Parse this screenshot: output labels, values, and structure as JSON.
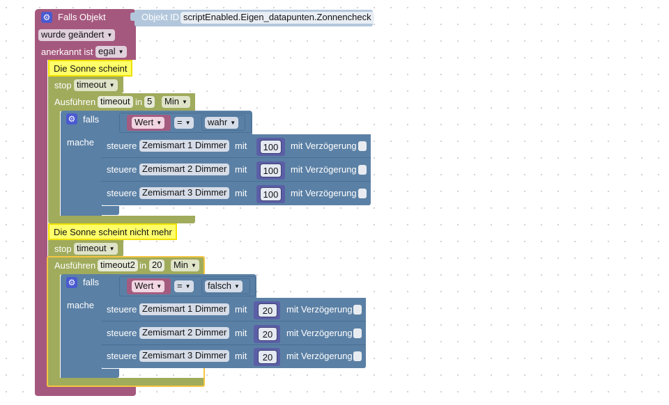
{
  "trigger": {
    "title": "Falls Objekt",
    "object_id_label": "Objekt ID",
    "object_id_value": "scriptEnabled.Eigen_datapunten.Zonnencheck",
    "changed_dropdown": "wurde geändert",
    "ack_label": "anerkannt ist",
    "ack_value": "egal"
  },
  "section1": {
    "comment": "Die Sonne scheint",
    "stop_label": "stop",
    "stop_value": "timeout",
    "exec_label": "Ausführen",
    "exec_name": "timeout",
    "in_label": "in",
    "delay": "5",
    "unit": "Min",
    "if_label": "falls",
    "do_label": "mache",
    "cond_left": "Wert",
    "cond_op": "=",
    "cond_right": "wahr",
    "actions": [
      {
        "verb": "steuere",
        "device": "Zemismart 1  Dimmer",
        "with": "mit",
        "value": "100",
        "delay_label": "mit Verzögerung"
      },
      {
        "verb": "steuere",
        "device": "Zemismart 2  Dimmer",
        "with": "mit",
        "value": "100",
        "delay_label": "mit Verzögerung"
      },
      {
        "verb": "steuere",
        "device": "Zemismart 3  Dimmer",
        "with": "mit",
        "value": "100",
        "delay_label": "mit Verzögerung"
      }
    ]
  },
  "section2": {
    "comment": "Die Sonne scheint nicht mehr",
    "stop_label": "stop",
    "stop_value": "timeout",
    "exec_label": "Ausführen",
    "exec_name": "timeout2",
    "in_label": "in",
    "delay": "20",
    "unit": "Min",
    "if_label": "falls",
    "do_label": "mache",
    "cond_left": "Wert",
    "cond_op": "=",
    "cond_right": "falsch",
    "actions": [
      {
        "verb": "steuere",
        "device": "Zemismart 1  Dimmer",
        "with": "mit",
        "value": "20",
        "delay_label": "mit Verzögerung"
      },
      {
        "verb": "steuere",
        "device": "Zemismart 2  Dimmer",
        "with": "mit",
        "value": "20",
        "delay_label": "mit Verzögerung"
      },
      {
        "verb": "steuere",
        "device": "Zemismart 3  Dimmer",
        "with": "mit",
        "value": "20",
        "delay_label": "mit Verzögerung"
      }
    ]
  },
  "colors": {
    "trigger": "#a5587e",
    "timeout_block": "#a0ab5c",
    "logic_block": "#5b80a5",
    "comment": "#ffff6a",
    "selected_outline": "#f5c542",
    "number_block": "#5b5fa6",
    "value_block": "#a55b80"
  }
}
